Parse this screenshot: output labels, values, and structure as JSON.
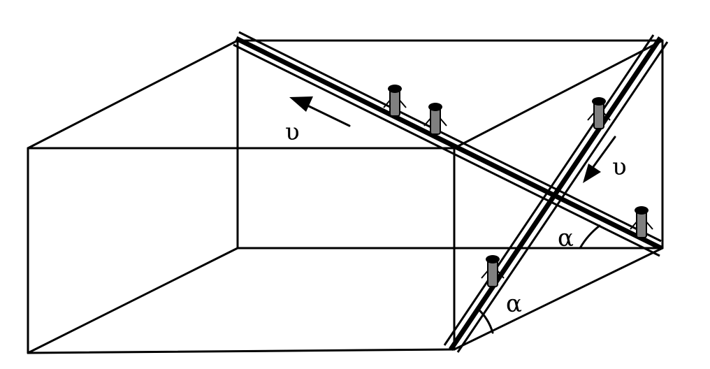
{
  "labels": {
    "velocity_upper": "υ",
    "velocity_right": "υ",
    "angle_top": "α",
    "angle_bottom": "α"
  },
  "colors": {
    "line": "#000000",
    "person_body": "#808080",
    "background": "#ffffff"
  },
  "icons": {
    "person": "standing-person-icon",
    "arrow": "direction-arrow-icon"
  }
}
